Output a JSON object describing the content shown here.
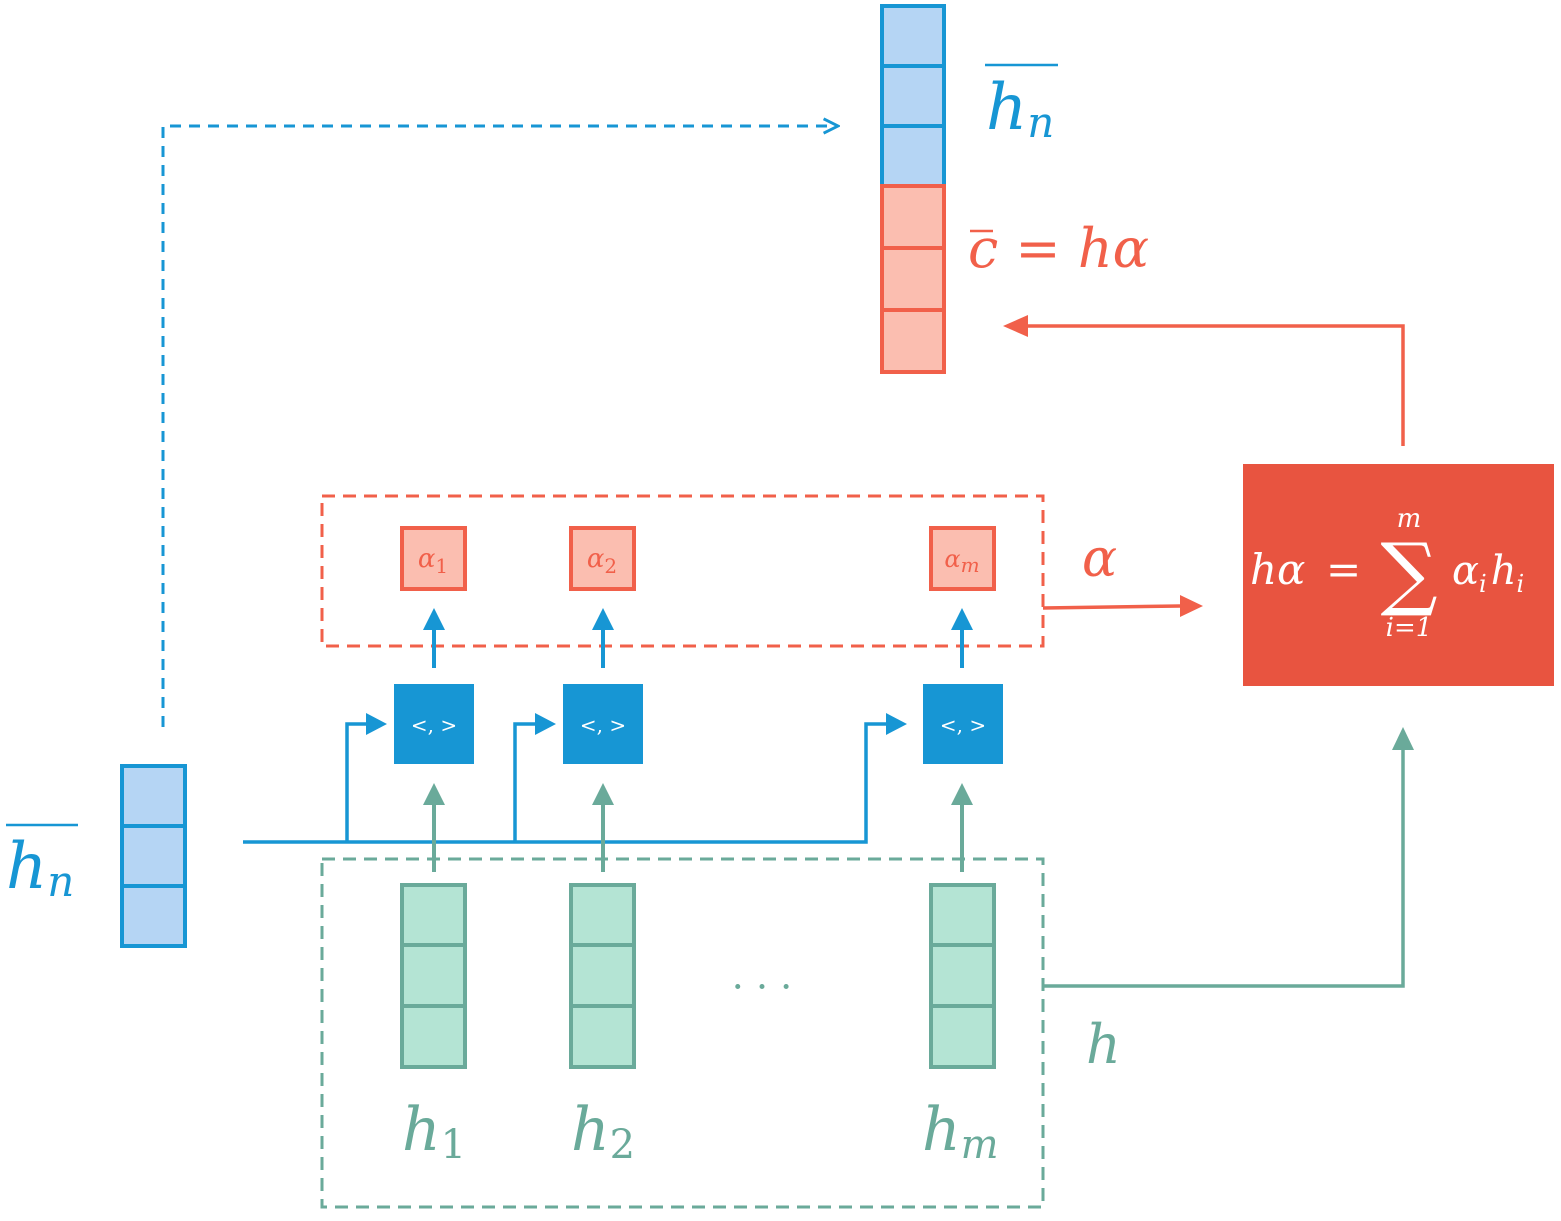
{
  "colors": {
    "blue": "#1796d4",
    "blue_fill": "#b5d5f4",
    "red": "#f1604a",
    "red_fill": "#fbbeb0",
    "red_box": "#e85440",
    "green": "#6aaa9a",
    "green_fill": "#b4e4d4",
    "white": "#ffffff"
  },
  "labels": {
    "hn_top": {
      "base": "h",
      "sub": "n"
    },
    "hn_left": {
      "base": "h",
      "sub": "n"
    },
    "c_eq_left": "c",
    "c_eq_mid": " = ",
    "c_eq_right": "hα",
    "alpha_label": "α",
    "h_label": "h",
    "ellipsis": "· · ·",
    "dot_product": "<, >",
    "weighted_sum": {
      "lhs": "hα",
      "eq": "=",
      "sigma": "∑",
      "upper": "m",
      "lower": "i=1",
      "term_a": "α",
      "term_a_sub": "i",
      "term_h": "h",
      "term_h_sub": "i"
    }
  },
  "alphas": [
    {
      "base": "α",
      "sub": "1"
    },
    {
      "base": "α",
      "sub": "2"
    },
    {
      "base": "α",
      "sub": "m"
    }
  ],
  "hiddens": [
    {
      "base": "h",
      "sub": "1"
    },
    {
      "base": "h",
      "sub": "2"
    },
    {
      "base": "h",
      "sub": "m"
    }
  ]
}
